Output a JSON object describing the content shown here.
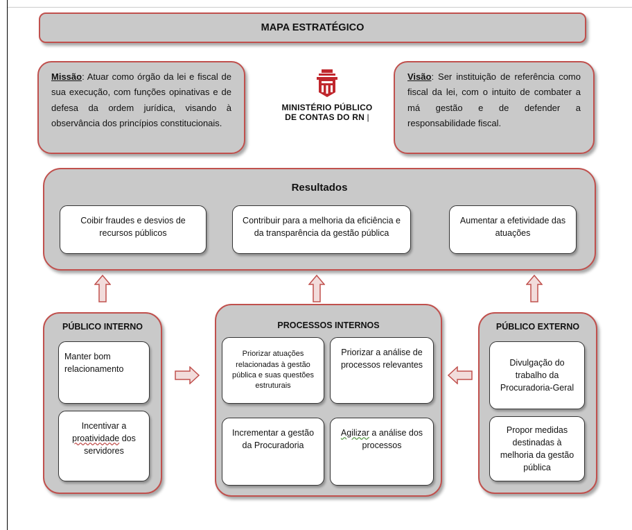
{
  "title": "MAPA ESTRATÉGICO",
  "missao": {
    "label": "Missão",
    "text": ": Atuar como órgão da lei e fiscal de sua execução, com funções opinativas e de defesa da ordem jurídica, visando à observância dos princípios constitucionais."
  },
  "visao": {
    "label": "Visão",
    "text": ": Ser instituição de referência como fiscal da lei, com o intuito de combater a má gestão e de defender a responsabilidade fiscal."
  },
  "logo": {
    "line1": "MINISTÉRIO PÚBLICO",
    "line2": "DE CONTAS DO RN"
  },
  "resultados": {
    "title": "Resultados",
    "items": [
      "Coibir fraudes e desvios de recursos públicos",
      "Contribuir para a melhoria da eficiência e da transparência da gestão pública",
      "Aumentar a efetividade das atuações"
    ]
  },
  "publico_interno": {
    "title": "PÚBLICO INTERNO",
    "item1": "Manter bom relacionamento",
    "item2_part1": "Incentivar a",
    "item2_underlined": "proatividade",
    "item2_part2": " dos servidores"
  },
  "processos_internos": {
    "title": "PROCESSOS INTERNOS",
    "item1": "Priorizar atuações relacionadas à gestão pública e suas questões estruturais",
    "item2": "Priorizar a análise de processos relevantes",
    "item3": "Incrementar a gestão da Procuradoria",
    "item4_underlined": "Agilizar",
    "item4_rest": " a análise dos processos"
  },
  "publico_externo": {
    "title": "PÚBLICO EXTERNO",
    "item1": "Divulgação do trabalho da Procuradoria-Geral",
    "item2": "Propor medidas destinadas à melhoria da gestão pública"
  },
  "colors": {
    "box_fill": "#c9c9c9",
    "border_accent": "#c0504d",
    "arrow_fill": "#f2dcdb",
    "logo_red": "#c0272d"
  },
  "icons": {
    "logo": "emblem-icon",
    "arrows": "block-arrow-icon"
  }
}
